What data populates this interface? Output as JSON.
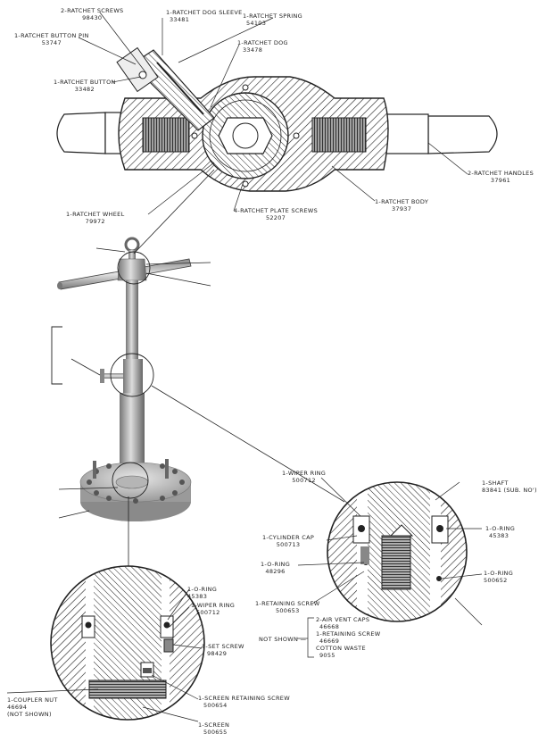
{
  "ratchet_labels": [
    {
      "name": "2-Ratchet Screws",
      "part": "98430"
    },
    {
      "name": "1-Ratchet Dog Sleeve",
      "part": "33481"
    },
    {
      "name": "1-Ratchet Spring",
      "part": "54103"
    },
    {
      "name": "1-Ratchet Button Pin",
      "part": "53747"
    },
    {
      "name": "1-Ratchet Dog",
      "part": "33478"
    },
    {
      "name": "1-Ratchet Button",
      "part": "33482"
    },
    {
      "name": "2-Ratchet Handles",
      "part": "37961"
    },
    {
      "name": "1-Ratchet Body",
      "part": "37937"
    },
    {
      "name": "1-Ratchet Wheel",
      "part": "79972"
    },
    {
      "name": "4-Ratchet Plate Screws",
      "part": "52207"
    }
  ],
  "detail_cylinder_labels": [
    {
      "name": "1-Wiper Ring",
      "part": "500712"
    },
    {
      "name": "1-Shaft",
      "part": "83841 (Sub. No')"
    },
    {
      "name": "1-Cylinder Cap",
      "part": "500713"
    },
    {
      "name": "1-O-Ring",
      "part": "45383"
    },
    {
      "name": "1-O-Ring",
      "part": "48296"
    },
    {
      "name": "1-O-Ring",
      "part": "500652"
    },
    {
      "name": "1-Retaining Screw",
      "part": "500653"
    }
  ],
  "not_shown": {
    "label": "Not Shown —",
    "items": [
      {
        "name": "2-Air Vent Caps",
        "part": "46668"
      },
      {
        "name": "1-Retaining Screw",
        "part": "46669"
      },
      {
        "name": "Cotton Waste",
        "part": "9055"
      }
    ]
  },
  "detail_coupler_labels": [
    {
      "name": "1-O-Ring",
      "part": "45383"
    },
    {
      "name": "1-Wiper Ring",
      "part": "500712"
    },
    {
      "name": "1-Set Screw",
      "part": "98429"
    },
    {
      "name": "1-Coupler Nut",
      "part": "46694",
      "note": "(Not Shown)"
    },
    {
      "name": "1-Screen Retaining Screw",
      "part": "500654"
    },
    {
      "name": "1-Screen",
      "part": "500655"
    }
  ]
}
